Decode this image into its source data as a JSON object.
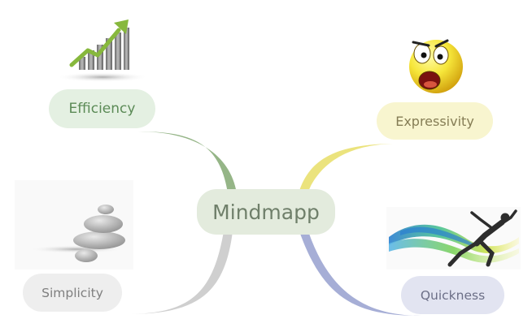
{
  "mindmap": {
    "center": {
      "label": "Mindmapp"
    },
    "branches": [
      {
        "label": "Efficiency",
        "color": "#95b587",
        "icon": "growth-chart-icon"
      },
      {
        "label": "Expressivity",
        "color": "#ebe37d",
        "icon": "surprised-smiley-icon"
      },
      {
        "label": "Simplicity",
        "color": "#cfcfcf",
        "icon": "stacked-stones-icon"
      },
      {
        "label": "Quickness",
        "color": "#a6aed6",
        "icon": "sprinter-icon"
      }
    ]
  }
}
